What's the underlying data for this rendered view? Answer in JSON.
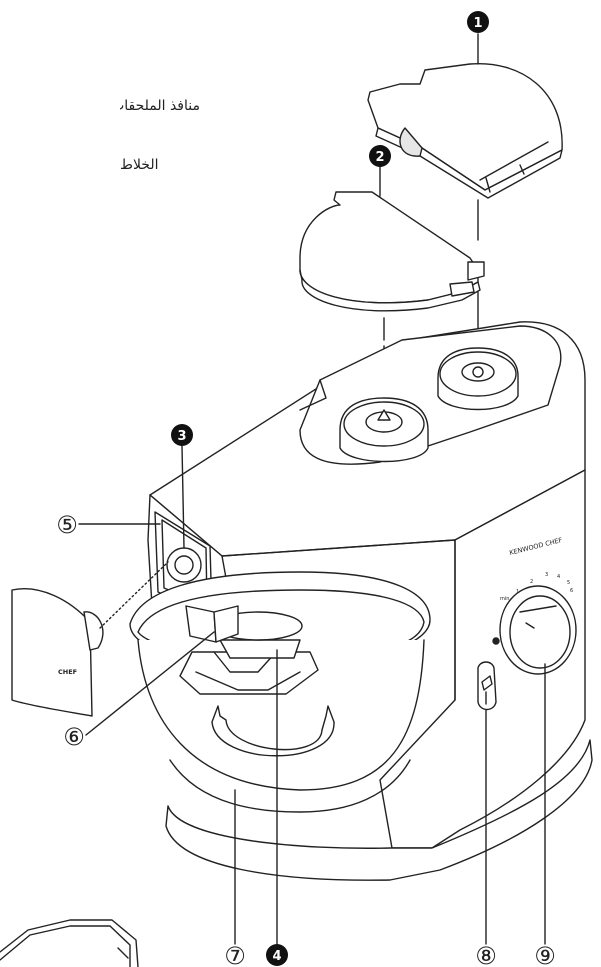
{
  "text_fragments": {
    "line1": "منافذ الملحقات",
    "line2": "الخلاط"
  },
  "brand": {
    "model_label": "KENWOOD CHEF",
    "bowl_label": "CHEF"
  },
  "speed_scale": [
    "min",
    "1",
    "2",
    "3",
    "4",
    "5",
    "6"
  ],
  "callouts_filled": [
    {
      "num": "1",
      "name": "callout-1-high-speed-outlet-cover"
    },
    {
      "num": "2",
      "name": "callout-2-medium-speed-outlet-cover"
    },
    {
      "num": "3",
      "name": "callout-3-slow-speed-outlet"
    },
    {
      "num": "4",
      "name": "callout-4-tool-socket"
    }
  ],
  "callouts_outline": [
    {
      "num": "⑤",
      "name": "callout-5-slow-speed-outlet-cover"
    },
    {
      "num": "⑥",
      "name": "callout-6-mixer-head"
    },
    {
      "num": "⑦",
      "name": "callout-7-bowl"
    },
    {
      "num": "⑧",
      "name": "callout-8-head-lift-lever"
    },
    {
      "num": "⑨",
      "name": "callout-9-speed-control"
    }
  ],
  "colors": {
    "ink": "#222222",
    "fill": "#ffffff",
    "shade": "#e6e6e6"
  }
}
